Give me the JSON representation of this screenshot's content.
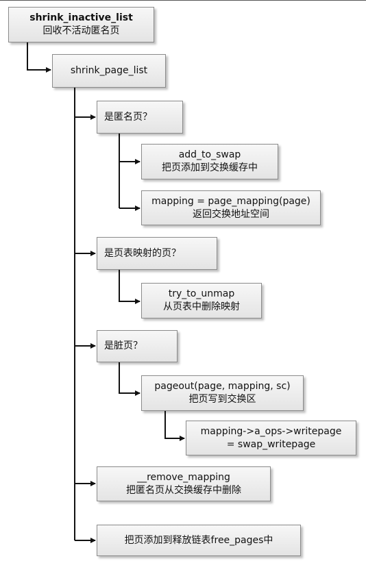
{
  "nodes": {
    "n1": {
      "line1": "shrink_inactive_list",
      "line2": "回收不活动匿名页"
    },
    "n2": {
      "line1": "shrink_page_list"
    },
    "n3": {
      "line1": "是匿名页？"
    },
    "n4": {
      "line1": "add_to_swap",
      "line2": "把页添加到交换缓存中"
    },
    "n5": {
      "line1": "mapping = page_mapping(page)",
      "line2": "返回交换地址空间"
    },
    "n6": {
      "line1": "是页表映射的页？"
    },
    "n7": {
      "line1": "try_to_unmap",
      "line2": "从页表中删除映射"
    },
    "n8": {
      "line1": "是脏页？"
    },
    "n9": {
      "line1": "pageout(page, mapping, sc)",
      "line2": "把页写到交换区"
    },
    "n10": {
      "line1": "mapping->a_ops->writepage",
      "line2": "= swap_writepage"
    },
    "n11": {
      "line1": "__remove_mapping",
      "line2": "把匿名页从交换缓存中删除"
    },
    "n12": {
      "line1": "把页添加到释放链表free_pages中"
    }
  },
  "colors": {
    "box_fill_top": "#f7f7f7",
    "box_fill_bottom": "#e4e4e4",
    "box_border": "#8a8a8a",
    "connector": "#111111"
  }
}
